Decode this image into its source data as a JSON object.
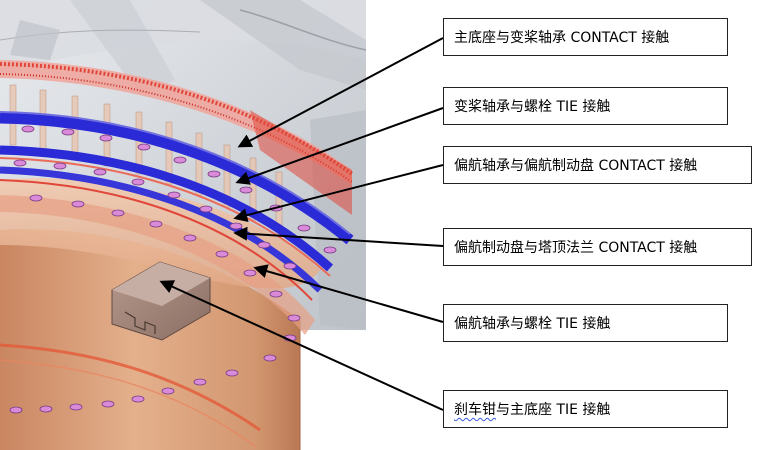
{
  "labels": [
    {
      "id": "main-base-pitch-bearing",
      "text": "主底座与变桨轴承 CONTACT 接触"
    },
    {
      "id": "pitch-bearing-bolt",
      "text": "变桨轴承与螺栓 TIE 接触"
    },
    {
      "id": "yaw-bearing-brake-disc",
      "text": "偏航轴承与偏航制动盘 CONTACT 接触"
    },
    {
      "id": "brake-disc-tower-flange",
      "text": "偏航制动盘与塔顶法兰 CONTACT 接触"
    },
    {
      "id": "yaw-bearing-bolt",
      "text": "偏航轴承与螺栓 TIE 接触"
    }
  ],
  "last_label": {
    "prefix": "刹车钳",
    "suffix": "与主底座 TIE 接触"
  },
  "colors": {
    "bolt": "#d98ad8",
    "ring_blue": "#2a2ad6",
    "ring_red": "#e0473a",
    "copper": "#d79a72",
    "gray_structure": "#c8ccd1"
  }
}
